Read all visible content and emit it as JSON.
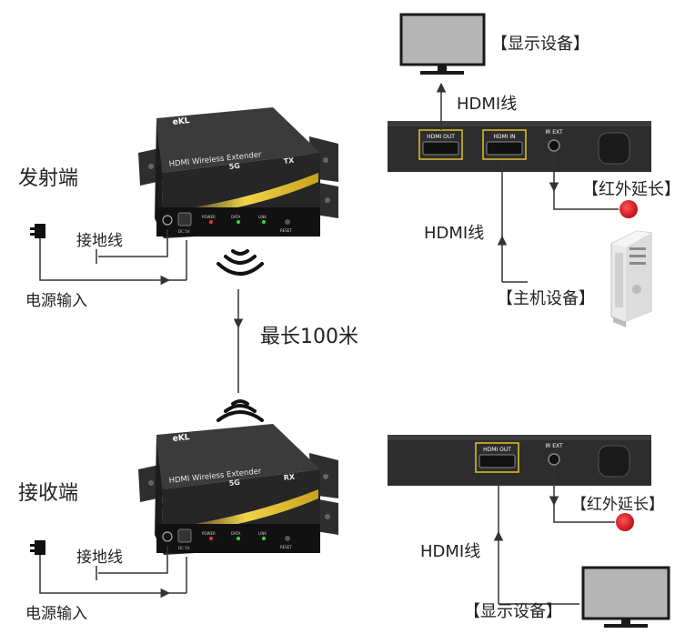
{
  "transmitter": {
    "section_label": "发射端",
    "ground_label": "接地线",
    "power_label": "电源输入",
    "device": {
      "brand": "eKL",
      "title": "HDMI Wireless Extender",
      "band": "5G",
      "mode": "TX",
      "ports": [
        "POWER",
        "DATA",
        "LINK",
        "RESET",
        "DC 5V"
      ]
    }
  },
  "receiver": {
    "section_label": "接收端",
    "ground_label": "接地线",
    "power_label": "电源输入",
    "device": {
      "brand": "eKL",
      "title": "HDMI Wireless Extender",
      "band": "5G",
      "mode": "RX",
      "ports": [
        "POWER",
        "DATA",
        "LINK",
        "RESET",
        "DC 5V"
      ]
    }
  },
  "link": {
    "distance_label": "最长100米"
  },
  "tx_panel": {
    "port_hdmi_out": "HDMI OUT",
    "port_hdmi_in": "HDMI IN",
    "port_ir_ext": "IR EXT",
    "display_label": "【显示设备】",
    "display_cable_label": "HDMI线",
    "ir_label": "【红外延长】",
    "host_cable_label": "HDMI线",
    "host_label": "【主机设备】"
  },
  "rx_panel": {
    "port_hdmi_out": "HDMI OUT",
    "port_ir_ext": "IR EXT",
    "ir_label": "【红外延长】",
    "display_cable_label": "HDMI线",
    "display_label": "【显示设备】"
  },
  "colors": {
    "device_body": "#2b2b2b",
    "device_top": "#3a3a3a",
    "accent_stripe": "#e3c12b",
    "port_frame": "#e3c12b",
    "ir_dot": "#d9171e",
    "line": "#333333",
    "monitor_screen": "#b3b3b3"
  }
}
